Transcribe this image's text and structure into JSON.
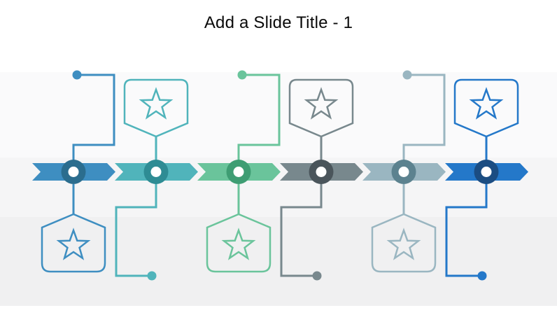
{
  "slide": {
    "title": "Add a Slide Title - 1"
  },
  "steps": [
    {
      "id": 1,
      "icon": "star-icon",
      "badge_position": "below",
      "connector": "dot-top-left",
      "color": "#3E8EC1",
      "ring_color": "#2B6D8E"
    },
    {
      "id": 2,
      "icon": "star-icon",
      "badge_position": "above",
      "connector": "dot-bottom-left",
      "color": "#50B4BB",
      "ring_color": "#2E8C94"
    },
    {
      "id": 3,
      "icon": "star-icon",
      "badge_position": "below",
      "connector": "dot-top-left",
      "color": "#6AC49B",
      "ring_color": "#3E9D73"
    },
    {
      "id": 4,
      "icon": "star-icon",
      "badge_position": "above",
      "connector": "dot-bottom-left",
      "color": "#78888D",
      "ring_color": "#4A555B"
    },
    {
      "id": 5,
      "icon": "star-icon",
      "badge_position": "below",
      "connector": "dot-top-left",
      "color": "#9AB6C1",
      "ring_color": "#5C828F"
    },
    {
      "id": 6,
      "icon": "star-icon",
      "badge_position": "above",
      "connector": "dot-bottom-left",
      "color": "#2478C9",
      "ring_color": "#1B4D82"
    }
  ],
  "node": {
    "core_color": "#FFFFFF"
  }
}
